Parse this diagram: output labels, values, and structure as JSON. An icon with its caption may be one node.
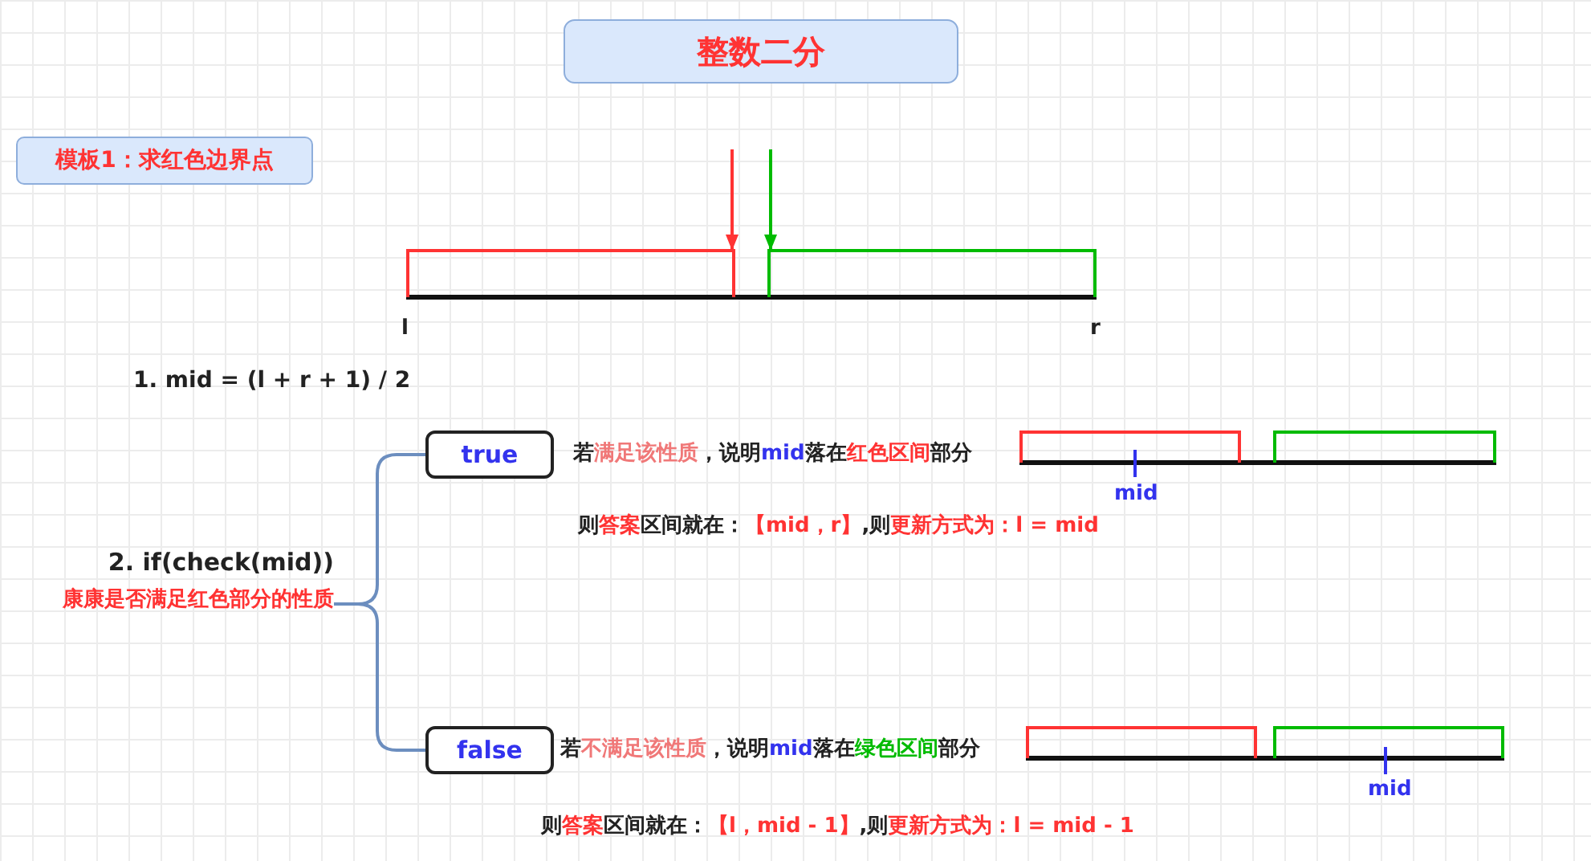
{
  "diagram": {
    "nodes": [
      {
        "text": [
          "整数二分"
        ]
      },
      {
        "text": [
          "模板1：求红色边界点"
        ]
      },
      {
        "text": [],
        "shape": "bar"
      },
      {
        "text": [],
        "shape": "bar"
      },
      {
        "text": [
          "2. if(check(mid))",
          "康康是否满足红色部分的性质"
        ]
      },
      {
        "text": [
          "true"
        ],
        "beside": [
          "若满足该性质，说明mid落在红色区间部分",
          "则答案区间就在：【mid，r】,则更新方式为：l = mid"
        ]
      },
      {
        "text": [],
        "shape": "bar"
      },
      {
        "text": [],
        "shape": "bar"
      },
      {
        "text": [
          "false"
        ],
        "beside": [
          "若不满足该性质，说明mid落在绿色区间部分",
          "则答案区间就在：【l，mid - 1】,则更新方式为：l = mid - 1"
        ]
      },
      {
        "text": [],
        "shape": "bar"
      },
      {
        "text": [],
        "shape": "bar"
      }
    ],
    "edges": [
      {
        "from": null,
        "to": 2,
        "arrow": "to",
        "color": "#ff3333"
      },
      {
        "from": null,
        "to": 3,
        "arrow": "to",
        "color": "#00bb00"
      },
      {
        "from": 4,
        "to": 5,
        "arrow": "none",
        "color": "#6c8ebf"
      },
      {
        "from": 4,
        "to": 8,
        "arrow": "none",
        "color": "#6c8ebf"
      }
    ],
    "labels": [
      "l",
      "r",
      "1. mid = (l + r + 1) / 2",
      "mid",
      "mid"
    ]
  }
}
